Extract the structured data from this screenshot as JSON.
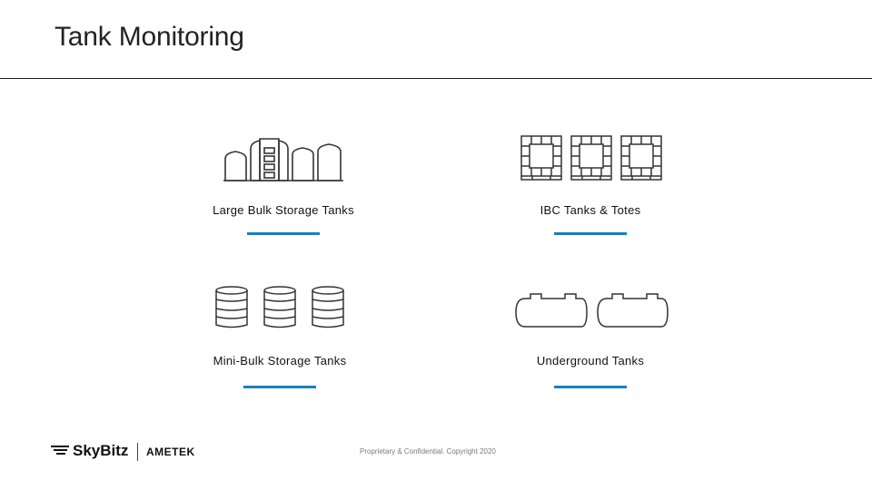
{
  "slide": {
    "title": "Tank Monitoring",
    "footer": "Proprietary & Confidential. Copyright 2020"
  },
  "categories": [
    {
      "label": "Large Bulk Storage Tanks",
      "icon": "large-bulk-storage-tanks-icon"
    },
    {
      "label": "IBC Tanks & Totes",
      "icon": "ibc-totes-icon"
    },
    {
      "label": "Mini-Bulk Storage Tanks",
      "icon": "mini-bulk-storage-tanks-icon"
    },
    {
      "label": "Underground Tanks",
      "icon": "underground-tanks-icon"
    }
  ],
  "logos": {
    "primary": "SkyBitz",
    "partner": "AMETEK"
  },
  "colors": {
    "accent_bar": "#1b7fc1",
    "rule": "#1a1a1a",
    "footer_text": "#7a7a7a"
  }
}
